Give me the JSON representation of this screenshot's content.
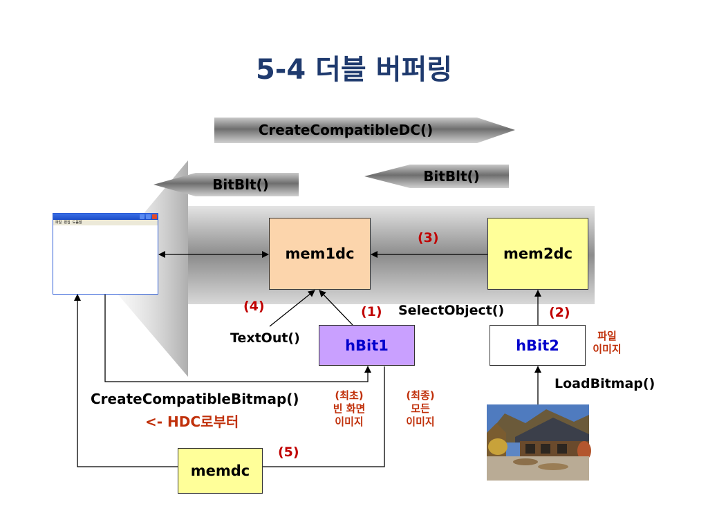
{
  "title": "5-4 더블 버퍼링",
  "arrows": {
    "top": "CreateCompatibleDC()",
    "left_bitblt": "BitBlt()",
    "right_bitblt": "BitBlt()"
  },
  "window": {
    "menu": [
      "파일",
      "편집",
      "도움말"
    ]
  },
  "nodes": {
    "mem1dc": "mem1dc",
    "mem2dc": "mem2dc",
    "hbit1": "hBit1",
    "hbit2": "hBit2",
    "memdc": "memdc"
  },
  "labels": {
    "textout": "TextOut()",
    "selectobject": "SelectObject()",
    "loadbitmap": "LoadBitmap()",
    "ccb_line1": "CreateCompatibleBitmap()",
    "ccb_line2": "<- HDC로부터",
    "step1": "(1)",
    "step2": "(2)",
    "step3": "(3)",
    "step4": "(4)",
    "step5": "(5)",
    "file_image": [
      "파일",
      "이미지"
    ],
    "initial_blank": [
      "(최초)",
      "빈 화면",
      "이미지"
    ],
    "final_all": [
      "(최종)",
      "모든",
      "이미지"
    ]
  },
  "colors": {
    "title": "#1f3a6e",
    "mem1dc": "#fcd5ac",
    "mem2dc": "#ffff99",
    "hbit1": "#c9a0ff",
    "hbit_text": "#0000cc",
    "memdc": "#ffff99",
    "step": "#c00000",
    "note": "#c0300a"
  }
}
